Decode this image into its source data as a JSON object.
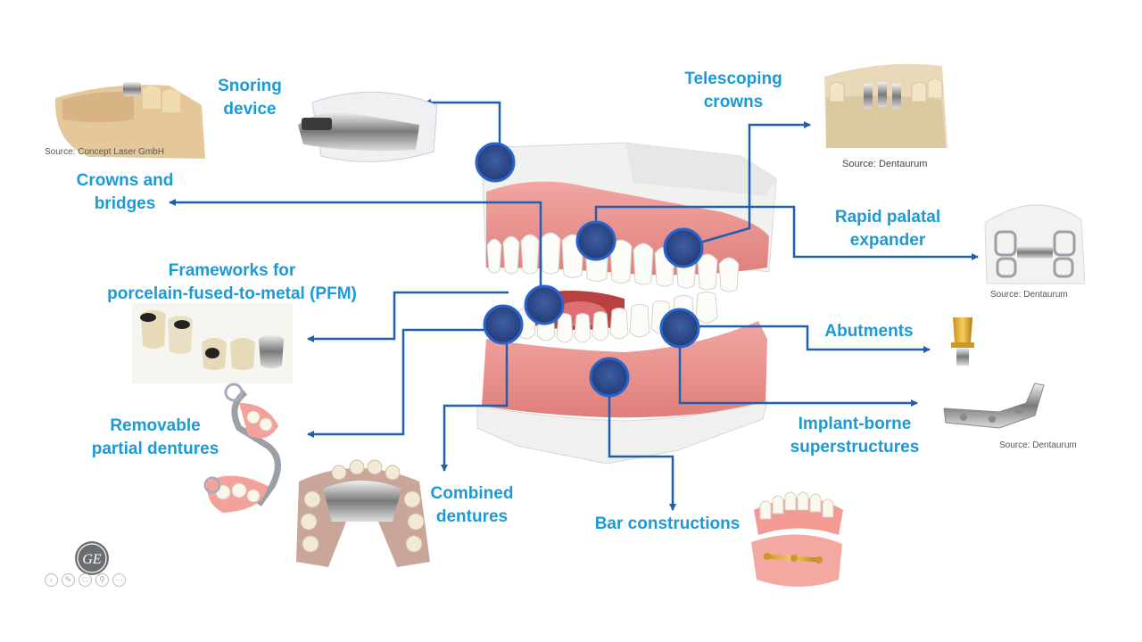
{
  "labels": {
    "snoring": [
      "Snoring",
      "device"
    ],
    "crowns_bridges": [
      "Crowns and",
      "bridges"
    ],
    "frameworks": [
      "Frameworks for",
      "porcelain-fused-to-metal (PFM)"
    ],
    "removable": [
      "Removable",
      "partial dentures"
    ],
    "combined": [
      "Combined",
      "dentures"
    ],
    "bar": [
      "Bar constructions"
    ],
    "telescoping": [
      "Telescoping",
      "crowns"
    ],
    "palatal": [
      "Rapid palatal",
      "expander"
    ],
    "abutments": [
      "Abutments"
    ],
    "implant": [
      "Implant-borne",
      "superstructures"
    ]
  },
  "sources": {
    "concept_laser": "Source: Concept Laser GmbH",
    "dentaurum_1": "Source: Dentaurum",
    "dentaurum_2": "Source: Dentaurum",
    "dentaurum_3": "Source: Dentaurum"
  },
  "logo": {
    "name": "ge-monogram-logo",
    "text": "GE"
  },
  "colors": {
    "accent": "#1c9ad6",
    "line": "#1f5fb0",
    "hotspot": "#2c4a8c",
    "gum": "#e88a8a"
  },
  "controls": [
    "previous-icon",
    "pen-icon",
    "copy-icon",
    "zoom-icon",
    "more-icon"
  ]
}
